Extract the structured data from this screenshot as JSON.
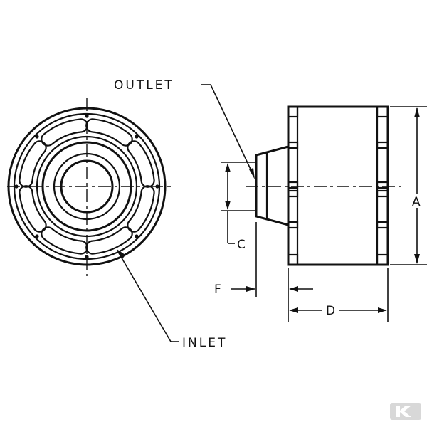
{
  "labels": {
    "outlet": "OUTLET",
    "inlet": "INLET"
  },
  "dimensions": {
    "a": "A",
    "c": "C",
    "d": "D",
    "f": "F"
  },
  "colors": {
    "line": "#111111",
    "background": "#ffffff",
    "watermark": "#d8d8d8"
  },
  "watermark_icon": "k-logo-icon"
}
